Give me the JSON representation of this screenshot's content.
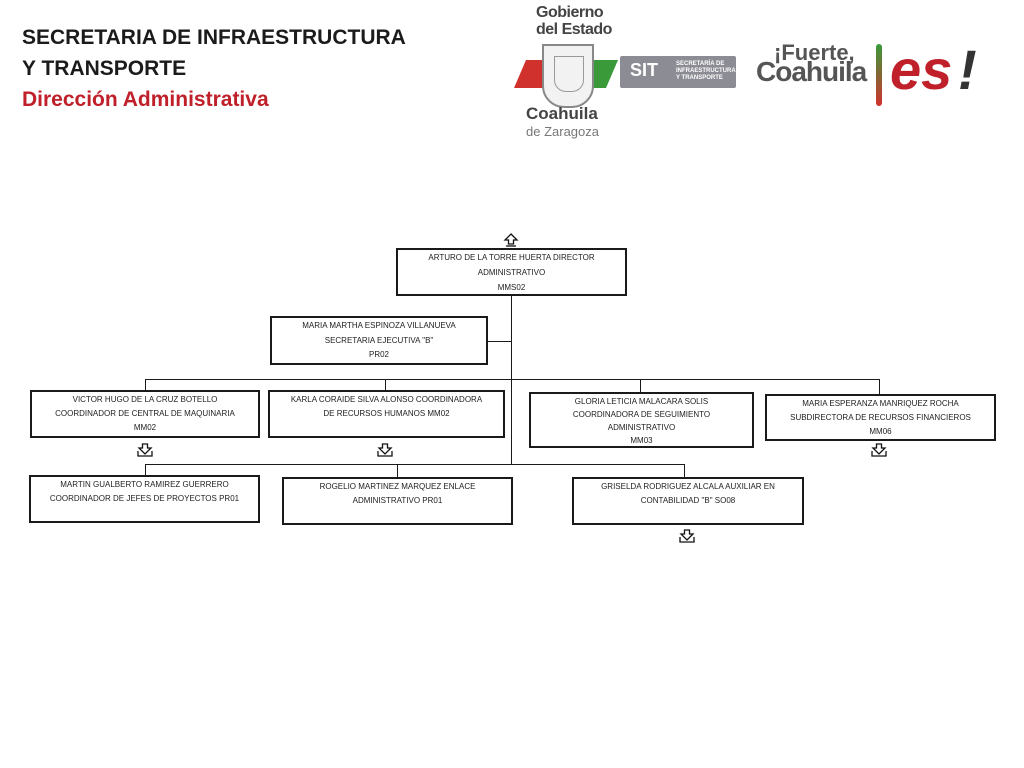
{
  "header": {
    "line1": "SECRETARIA DE INFRAESTRUCTURA",
    "line2": "Y TRANSPORTE",
    "line3": "Dirección Administrativa"
  },
  "logos": {
    "gobierno_line1": "Gobierno",
    "gobierno_line2": "del Estado",
    "coahuila": "Coahuila",
    "zaragoza": "de Zaragoza",
    "sit": "SIT",
    "sit_sub": "SECRETARÍA DE INFRAESTRUCTURA Y TRANSPORTE",
    "fuerte": "¡Fuerte,",
    "fuerte_coahuila": "Coahuila",
    "es": "es",
    "exclaim": "!"
  },
  "org": {
    "director": {
      "name": "ARTURO DE LA TORRE HUERTA DIRECTOR",
      "title": "ADMINISTRATIVO",
      "code": "MMS02"
    },
    "secretaria": {
      "name": "MARIA MARTHA ESPINOZA VILLANUEVA",
      "title": "SECRETARIA EJECUTIVA \"B\"",
      "code": "PR02"
    },
    "level2": [
      {
        "name": "VICTOR HUGO DE LA CRUZ BOTELLO",
        "title": "COORDINADOR DE CENTRAL DE MAQUINARIA",
        "code": "MM02"
      },
      {
        "name": "KARLA CORAIDE SILVA ALONSO  COORDINADORA",
        "title": "DE RECURSOS HUMANOS  MM02",
        "code": ""
      },
      {
        "name": "GLORIA LETICIA MALACARA SOLIS",
        "title": "COORDINADORA DE SEGUIMIENTO",
        "title2": "ADMINISTRATIVO",
        "code": "MM03"
      },
      {
        "name": "MARIA ESPERANZA MANRIQUEZ ROCHA",
        "title": "SUBDIRECTORA DE RECURSOS FINANCIEROS",
        "code": "MM06"
      }
    ],
    "level3": [
      {
        "name": "MARTIN GUALBERTO RAMIREZ GUERRERO",
        "title": "COORDINADOR DE JEFES DE PROYECTOS  PR01"
      },
      {
        "name": "ROGELIO MARTINEZ MARQUEZ  ENLACE",
        "title": "ADMINISTRATIVO  PR01"
      },
      {
        "name": "GRISELDA RODRIGUEZ ALCALA  AUXILIAR  EN",
        "title": "CONTABILIDAD \"B\"  SO08"
      }
    ]
  }
}
